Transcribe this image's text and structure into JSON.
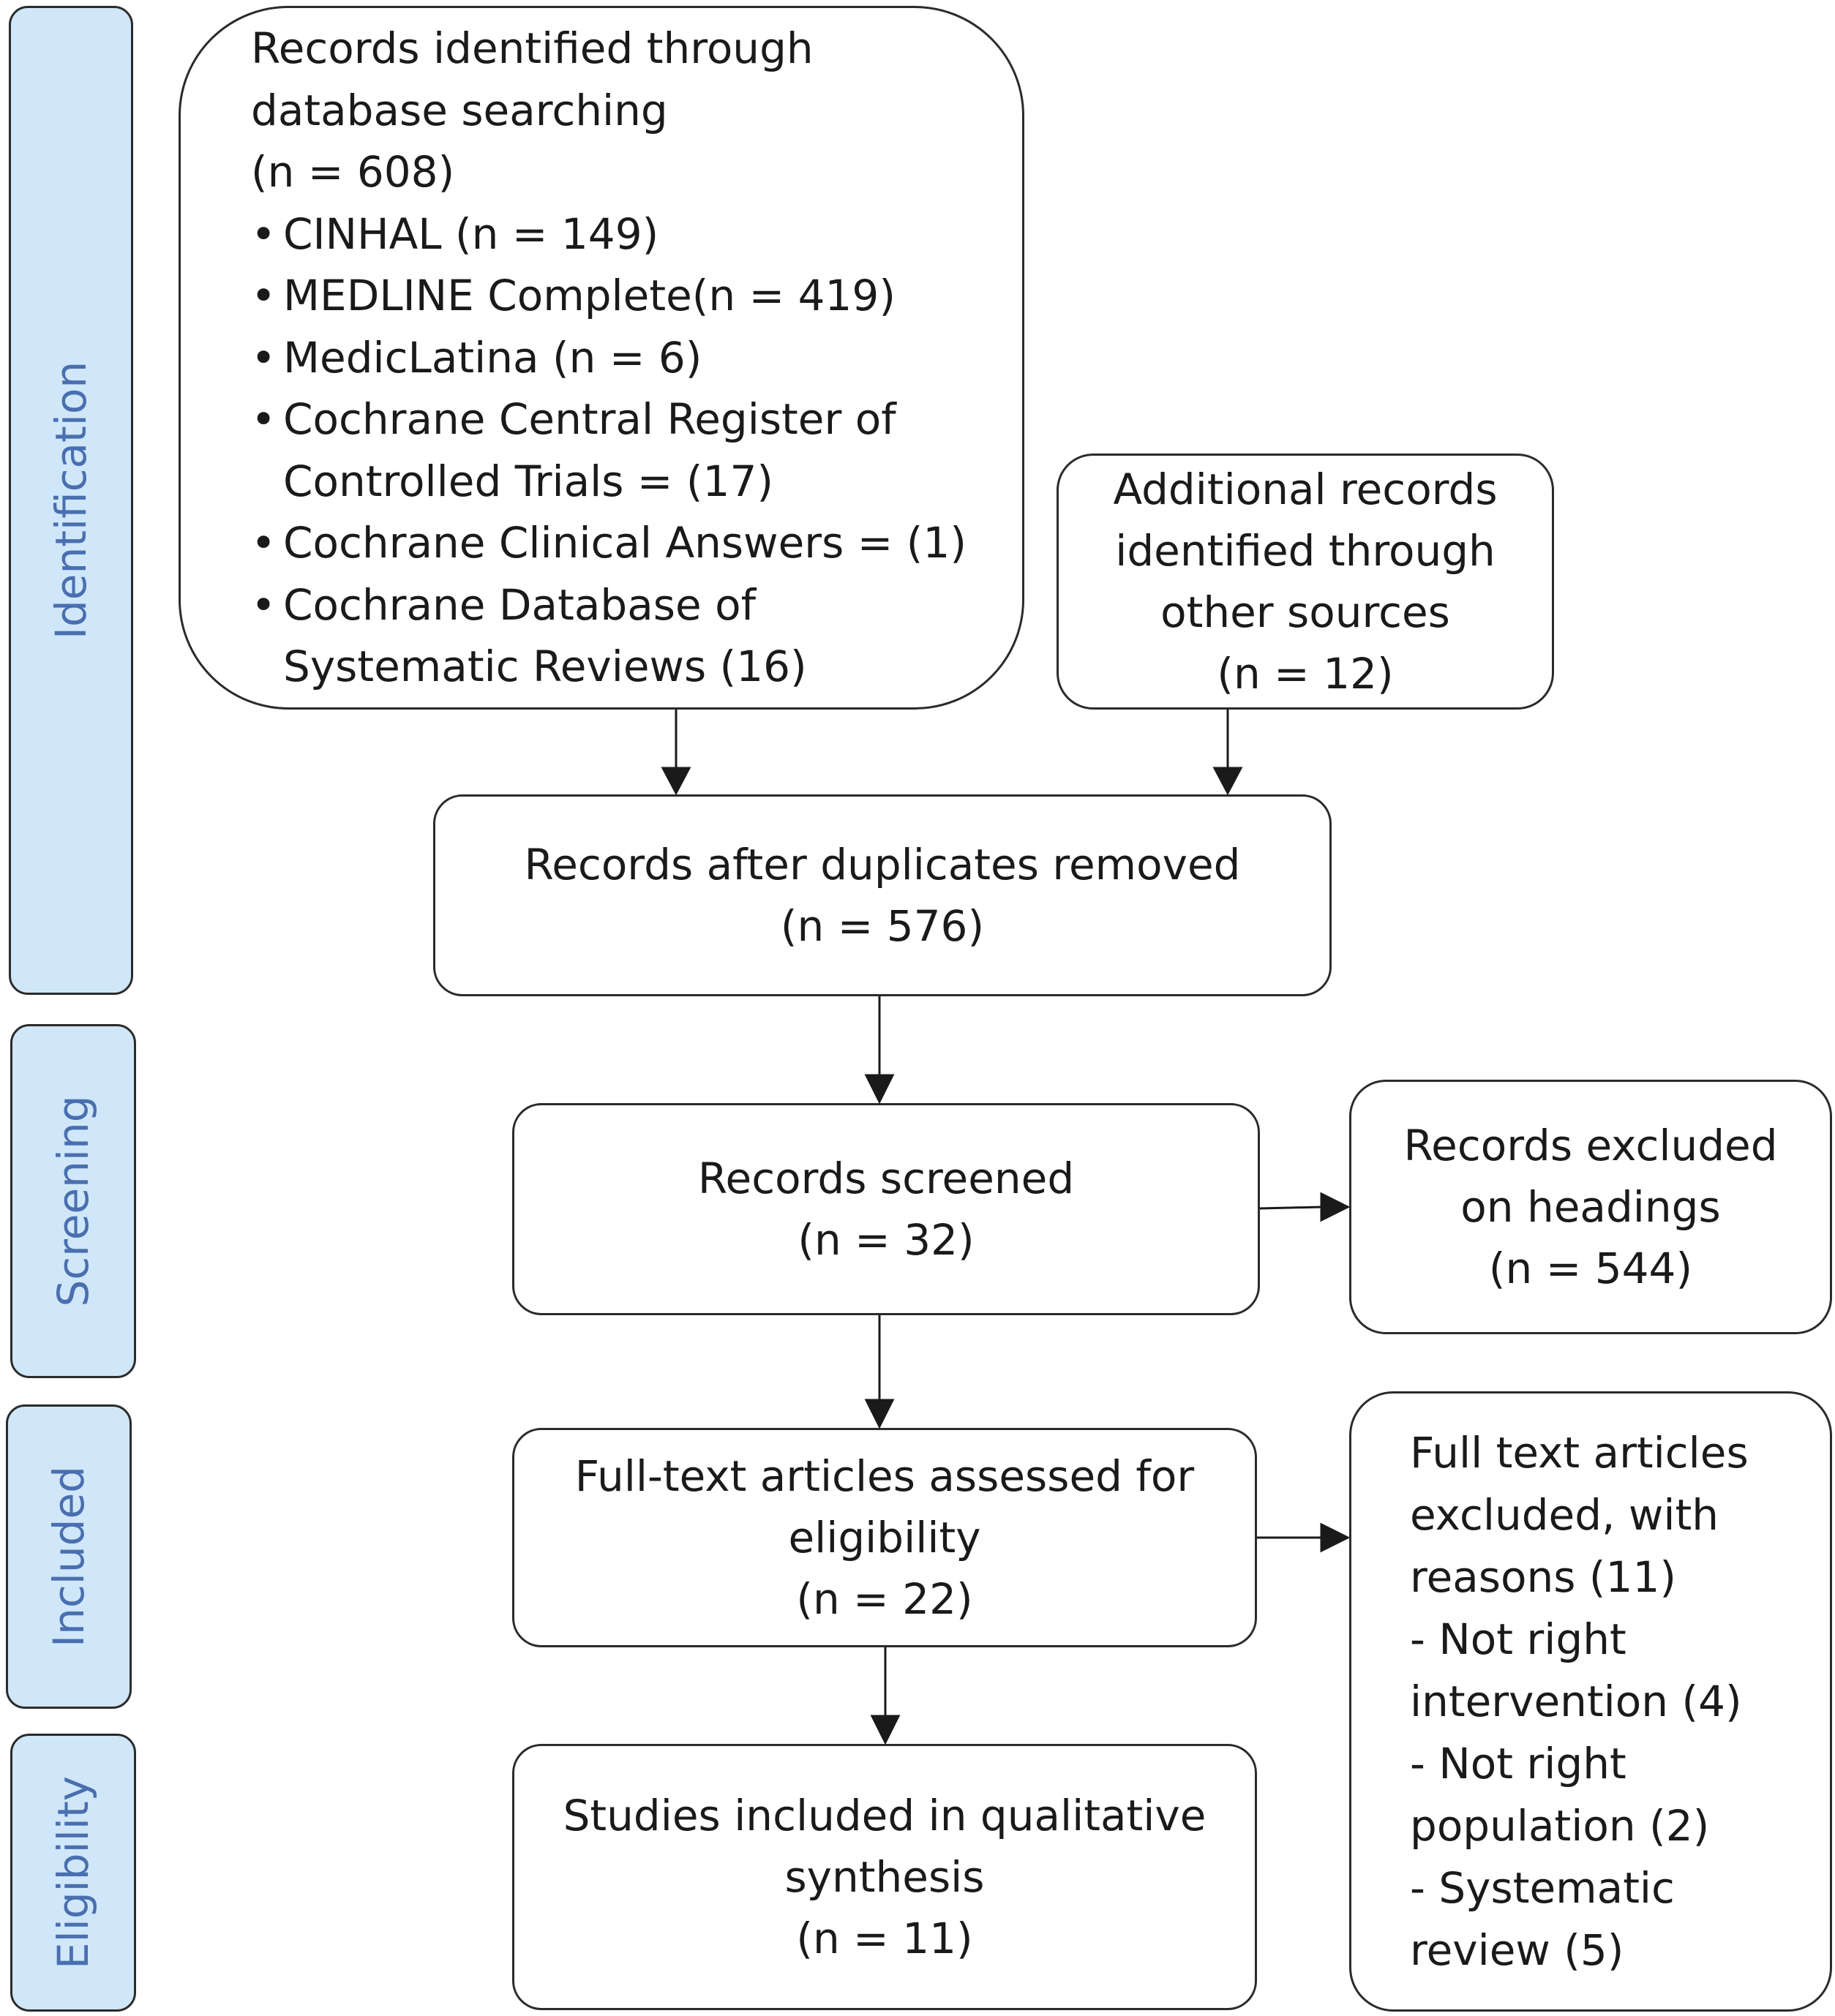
{
  "phases": {
    "identification": "Identification",
    "screening": "Screening",
    "included": "Included",
    "eligibility": "Eligibility"
  },
  "db_search": {
    "lines": [
      "Records identified through",
      "database searching",
      "(n = 608)"
    ],
    "sources": [
      {
        "lines": [
          "CINHAL (n = 149)"
        ]
      },
      {
        "lines": [
          "MEDLINE Complete(n = 419)"
        ]
      },
      {
        "lines": [
          "MedicLatina (n = 6)"
        ]
      },
      {
        "lines": [
          "Cochrane Central Register of",
          "Controlled Trials = (17)"
        ]
      },
      {
        "lines": [
          "Cochrane Clinical Answers = (1)"
        ]
      },
      {
        "lines": [
          "Cochrane Database of",
          "Systematic Reviews (16)"
        ]
      }
    ]
  },
  "other_sources": {
    "lines": [
      "Additional records",
      "identified through",
      "other sources",
      "(n = 12)"
    ]
  },
  "dedup": {
    "lines": [
      "Records after duplicates removed",
      "(n = 576)"
    ]
  },
  "screened": {
    "lines": [
      "Records screened",
      "(n = 32)"
    ]
  },
  "excluded_headings": {
    "lines": [
      "Records excluded",
      "on headings",
      "(n = 544)"
    ]
  },
  "fulltext": {
    "lines": [
      "Full-text articles assessed for",
      "eligibility",
      "(n = 22)"
    ]
  },
  "fulltext_excluded": {
    "lines": [
      "Full text articles",
      "excluded, with",
      "reasons (11)",
      "- Not right",
      "intervention (4)",
      "- Not right",
      "population (2)",
      "- Systematic",
      "review (5)"
    ]
  },
  "included_studies": {
    "lines": [
      "Studies included in qualitative",
      "synthesis",
      "(n = 11)"
    ]
  }
}
